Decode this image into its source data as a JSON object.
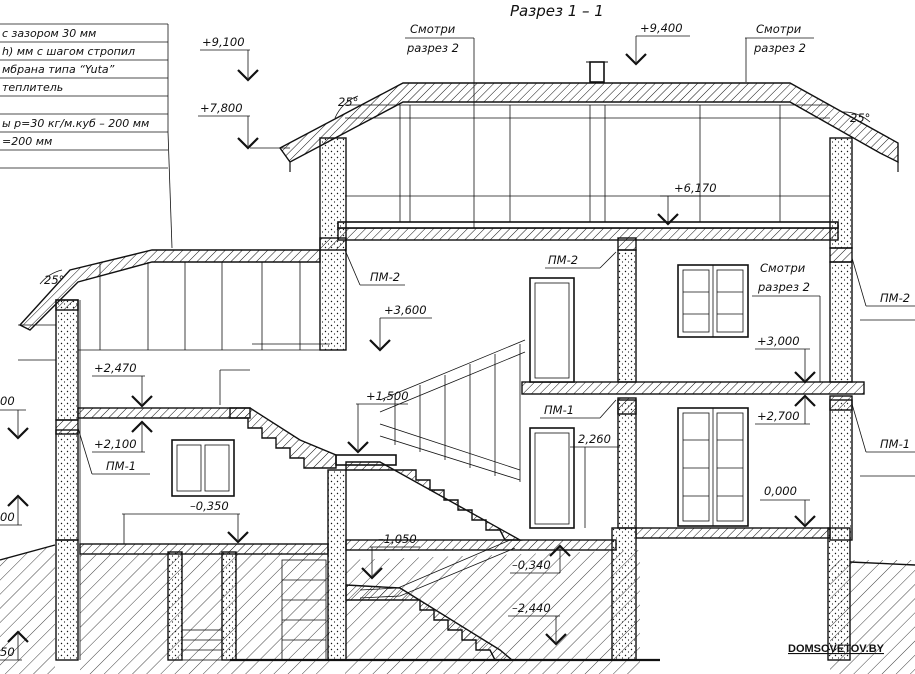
{
  "drawing": {
    "title": "Разрез 1 – 1",
    "watermark": "DOMSOVETOV.BY"
  },
  "spec_notes": [
    "с зазором 30 мм",
    "h) мм с шагом стропил",
    "мбрана типа “Yuta”",
    "теплитель",
    "ы р=30 кг/м.куб – 200 мм",
    "=200 мм"
  ],
  "elevations": {
    "e9100": "+9,100",
    "e9400": "+9,400",
    "e7800": "+7,800",
    "e6170": "+6,170",
    "e3600": "+3,600",
    "e3000": "+3,000",
    "e2700": "+2,700",
    "e2470": "+2,470",
    "e2260": "2,260",
    "e2100": "+2,100",
    "e1500": "+1,500",
    "e0000": "0,000",
    "em0350": "–0,350",
    "em0340": "–0,340",
    "em1050": "–1,050",
    "em2440": "–2,440",
    "edge_left_top": "00",
    "edge_left_mid": "00",
    "edge_left_bot": "50"
  },
  "references": {
    "see_section_line1": "Смотри",
    "see_section_line2": "разрез 2"
  },
  "beams": {
    "pm1": "ПМ-1",
    "pm2": "ПМ-2",
    "pm2_edge": "ПМ-2",
    "pm1_edge": "ПМ-1"
  },
  "roof_angle": "25°",
  "colors": {
    "line": "#111111",
    "paper": "#ffffff"
  }
}
